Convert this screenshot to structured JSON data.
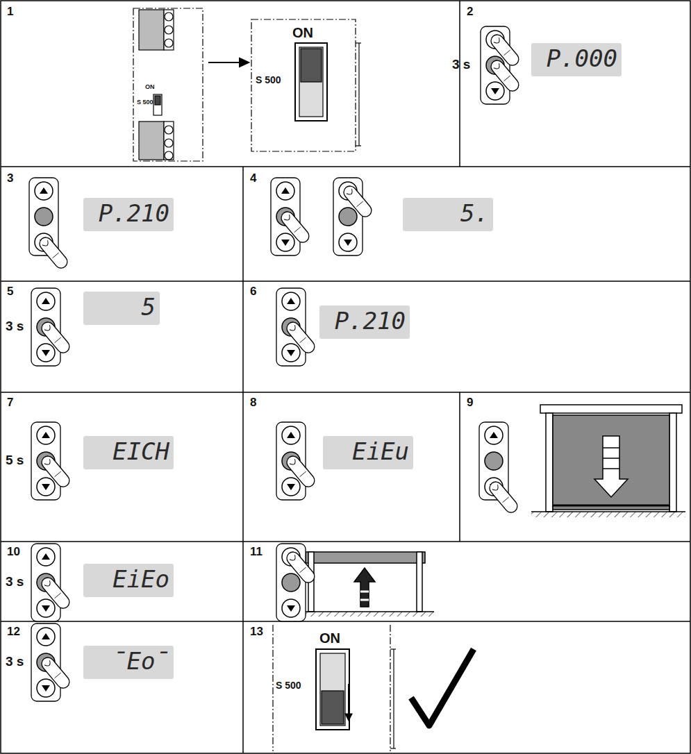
{
  "diagram": {
    "labels": [
      "1",
      "ON",
      "S 500",
      "ON",
      "S 500",
      "2",
      "3 s",
      "P.000",
      "3",
      "P.210",
      "4",
      "5.",
      "5",
      "3 s",
      "5",
      "6",
      "P.210",
      "7",
      "5 s",
      "EICH",
      "8",
      "EiEu",
      "9",
      "10",
      "3 s",
      "EiEo",
      "11",
      "12",
      "3 s",
      "¯Eo¯",
      "13",
      "ON",
      "S 500"
    ]
  }
}
